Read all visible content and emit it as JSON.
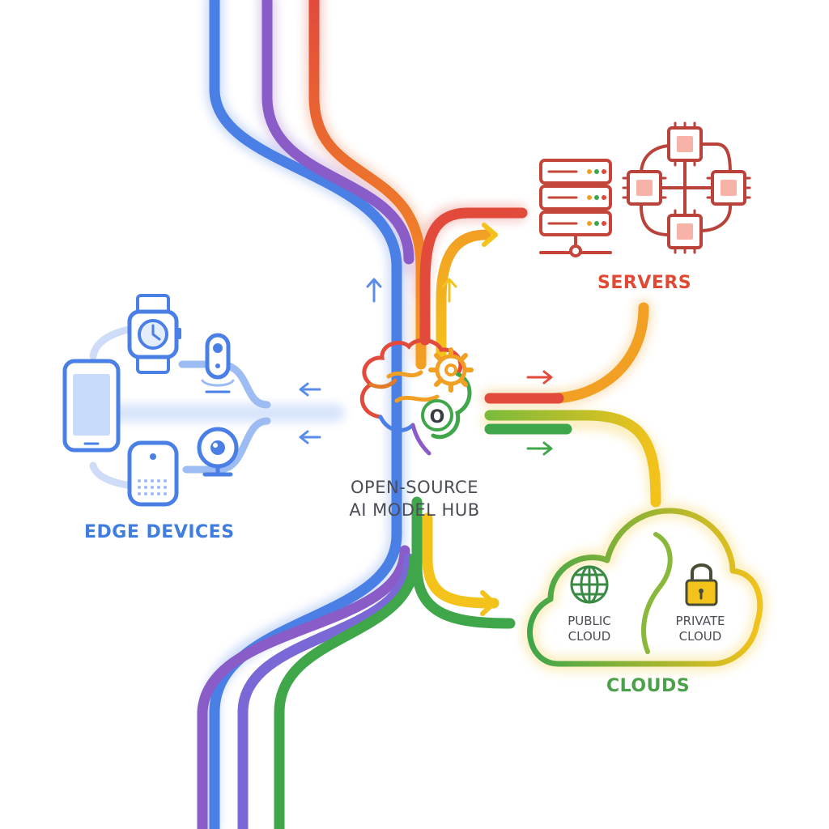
{
  "hub": {
    "title_line1": "OPEN-SOURCE",
    "title_line2": "AI MODEL HUB",
    "badge": "O",
    "icons": [
      "brain-icon",
      "gear-icon"
    ]
  },
  "edge": {
    "label": "EDGE DEVICES",
    "icons": [
      "smartphone-icon",
      "smartwatch-icon",
      "doorbell-camera-icon",
      "smart-speaker-icon",
      "webcam-icon"
    ]
  },
  "servers": {
    "label": "SERVERS",
    "icons": [
      "server-rack-icon",
      "chip-network-icon"
    ]
  },
  "clouds": {
    "label": "CLOUDS",
    "public_line1": "PUBLIC",
    "public_line2": "CLOUD",
    "private_line1": "PRIVATE",
    "private_line2": "CLOUD",
    "icons": [
      "globe-icon",
      "padlock-icon"
    ]
  },
  "colors": {
    "blue": "#4a7fe6",
    "purple": "#8a5cc7",
    "red": "#e24a3b",
    "orange": "#f2a023",
    "yellow": "#f3c21b",
    "green": "#3fa64a",
    "edge_text": "#3f7de0",
    "server_text": "#e04a35",
    "cloud_text": "#4aa14a"
  }
}
